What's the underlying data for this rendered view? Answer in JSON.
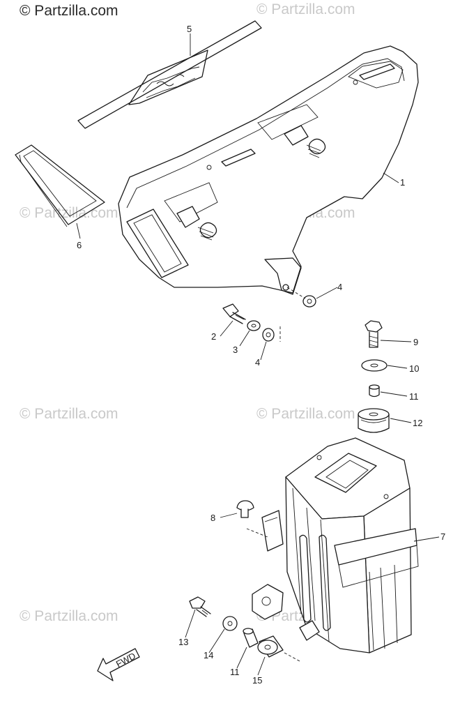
{
  "watermarks": {
    "top_left": "© Partzilla.com",
    "repeat": "© Partzilla.com"
  },
  "fwd_label": "FWD",
  "callouts": {
    "c1": "1",
    "c2": "2",
    "c3": "3",
    "c4a": "4",
    "c4b": "4",
    "c5": "5",
    "c6": "6",
    "c7": "7",
    "c8": "8",
    "c9": "9",
    "c10": "10",
    "c11a": "11",
    "c11b": "11",
    "c12": "12",
    "c13": "13",
    "c14": "14",
    "c15": "15"
  }
}
